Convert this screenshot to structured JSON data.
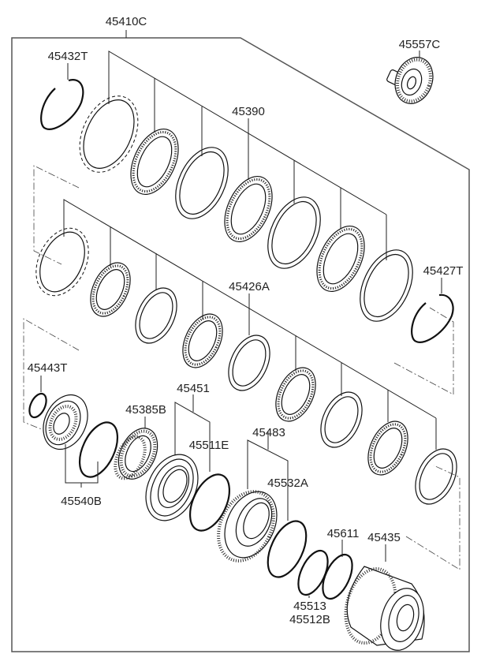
{
  "diagram": {
    "type": "exploded-parts-diagram",
    "subject": "automatic transmission clutch pack assembly",
    "labels": {
      "p45410C": "45410C",
      "p45432T": "45432T",
      "p45557C": "45557C",
      "p45390": "45390",
      "p45427T": "45427T",
      "p45426A": "45426A",
      "p45443T": "45443T",
      "p45451": "45451",
      "p45385B": "45385B",
      "p45511E": "45511E",
      "p45483": "45483",
      "p45532A": "45532A",
      "p45540B": "45540B",
      "p45611": "45611",
      "p45435": "45435",
      "p45513": "45513",
      "p45512B": "45512B"
    },
    "parts": [
      {
        "number": "45410C",
        "description": "clutch assembly (enclosing frame)"
      },
      {
        "number": "45432T",
        "description": "snap ring"
      },
      {
        "number": "45557C",
        "description": "gear hub with shaft"
      },
      {
        "number": "45390",
        "description": "clutch plate set (upper pack)"
      },
      {
        "number": "45427T",
        "description": "snap ring"
      },
      {
        "number": "45426A",
        "description": "clutch plate set (middle pack)"
      },
      {
        "number": "45443T",
        "description": "snap ring"
      },
      {
        "number": "45451",
        "description": "piston assembly"
      },
      {
        "number": "45385B",
        "description": "return spring"
      },
      {
        "number": "45511E",
        "description": "seal ring"
      },
      {
        "number": "45483",
        "description": "hub assembly"
      },
      {
        "number": "45532A",
        "description": "seal ring"
      },
      {
        "number": "45540B",
        "description": "piston with seal"
      },
      {
        "number": "45611",
        "description": "O-ring"
      },
      {
        "number": "45435",
        "description": "clutch drum"
      },
      {
        "number": "45513",
        "description": "seal ring"
      },
      {
        "number": "45512B",
        "description": "seal ring"
      }
    ]
  }
}
